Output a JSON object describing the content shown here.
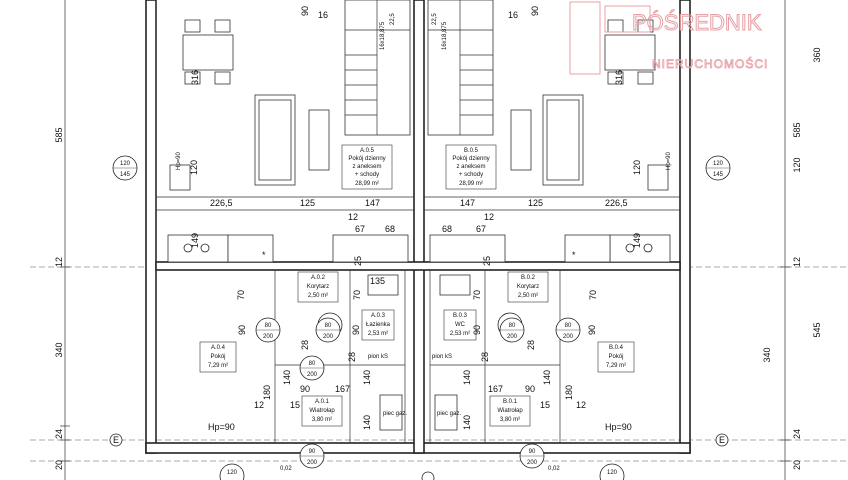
{
  "watermark": {
    "line1": "PÓŚREDNIK",
    "line2": "NIERUCHOMOŚCI",
    "color": "#e8a0a4"
  },
  "rooms": [
    {
      "id": "A.0.5",
      "name": "Pokój dzienny\nz aneksem\n+ schody",
      "area": "28,99 m²"
    },
    {
      "id": "B.0.5",
      "name": "Pokój dzienny\nz aneksem\n+ schody",
      "area": "28,99 m²"
    },
    {
      "id": "A.0.2",
      "name": "Korytarz",
      "area": "2,50 m²"
    },
    {
      "id": "B.0.2",
      "name": "Korytarz",
      "area": "2,50 m²"
    },
    {
      "id": "A.0.3",
      "name": "Łazienka",
      "area": "2,53 m²"
    },
    {
      "id": "B.0.3",
      "name": "WC",
      "area": "2,53 m²"
    },
    {
      "id": "A.0.4",
      "name": "Pokój",
      "area": "7,29 m²"
    },
    {
      "id": "B.0.4",
      "name": "Pokój",
      "area": "7,29 m²"
    },
    {
      "id": "A.0.1",
      "name": "Wiatrołap",
      "area": "3,80 m²"
    },
    {
      "id": "B.0.1",
      "name": "Wiatrołap",
      "area": "3,80 m²"
    }
  ],
  "dims": {
    "d90": "90",
    "d16": "16",
    "d316": "316",
    "d120": "120",
    "d145": "145",
    "d2265": "226,5",
    "d125": "125",
    "d147": "147",
    "d12": "12",
    "d67": "67",
    "d68": "68",
    "d149": "149",
    "d25": "25",
    "d135": "135",
    "d70": "70",
    "d80": "80",
    "d200": "200",
    "d28": "28",
    "d167": "167",
    "d15": "15",
    "d140": "140",
    "d180": "180",
    "d585": "585",
    "d340": "340",
    "d545": "545",
    "d360": "360",
    "d24": "24",
    "d20": "20",
    "d002": "0,02",
    "stair": "16x18,875",
    "stair2": "22,5"
  },
  "notes": {
    "hp": "Hp=90",
    "pion": "pion kS",
    "pion2": "pion kS",
    "grid": "E",
    "plec": "piec gaz.",
    "hpv": "Hp=90"
  }
}
